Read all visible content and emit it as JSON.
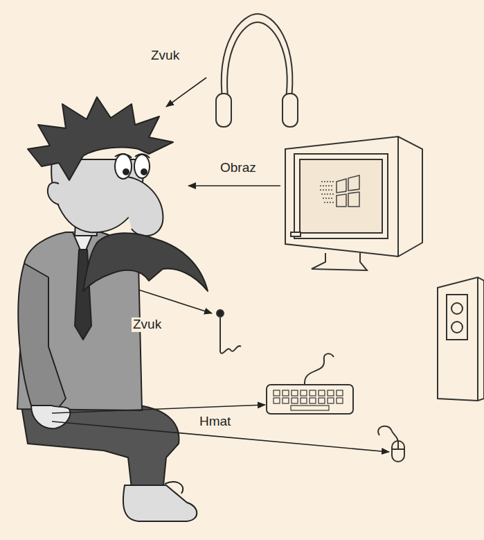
{
  "diagram": {
    "labels": [
      "Zvuk",
      "Obraz",
      "Zvuk",
      "Hmat"
    ]
  }
}
